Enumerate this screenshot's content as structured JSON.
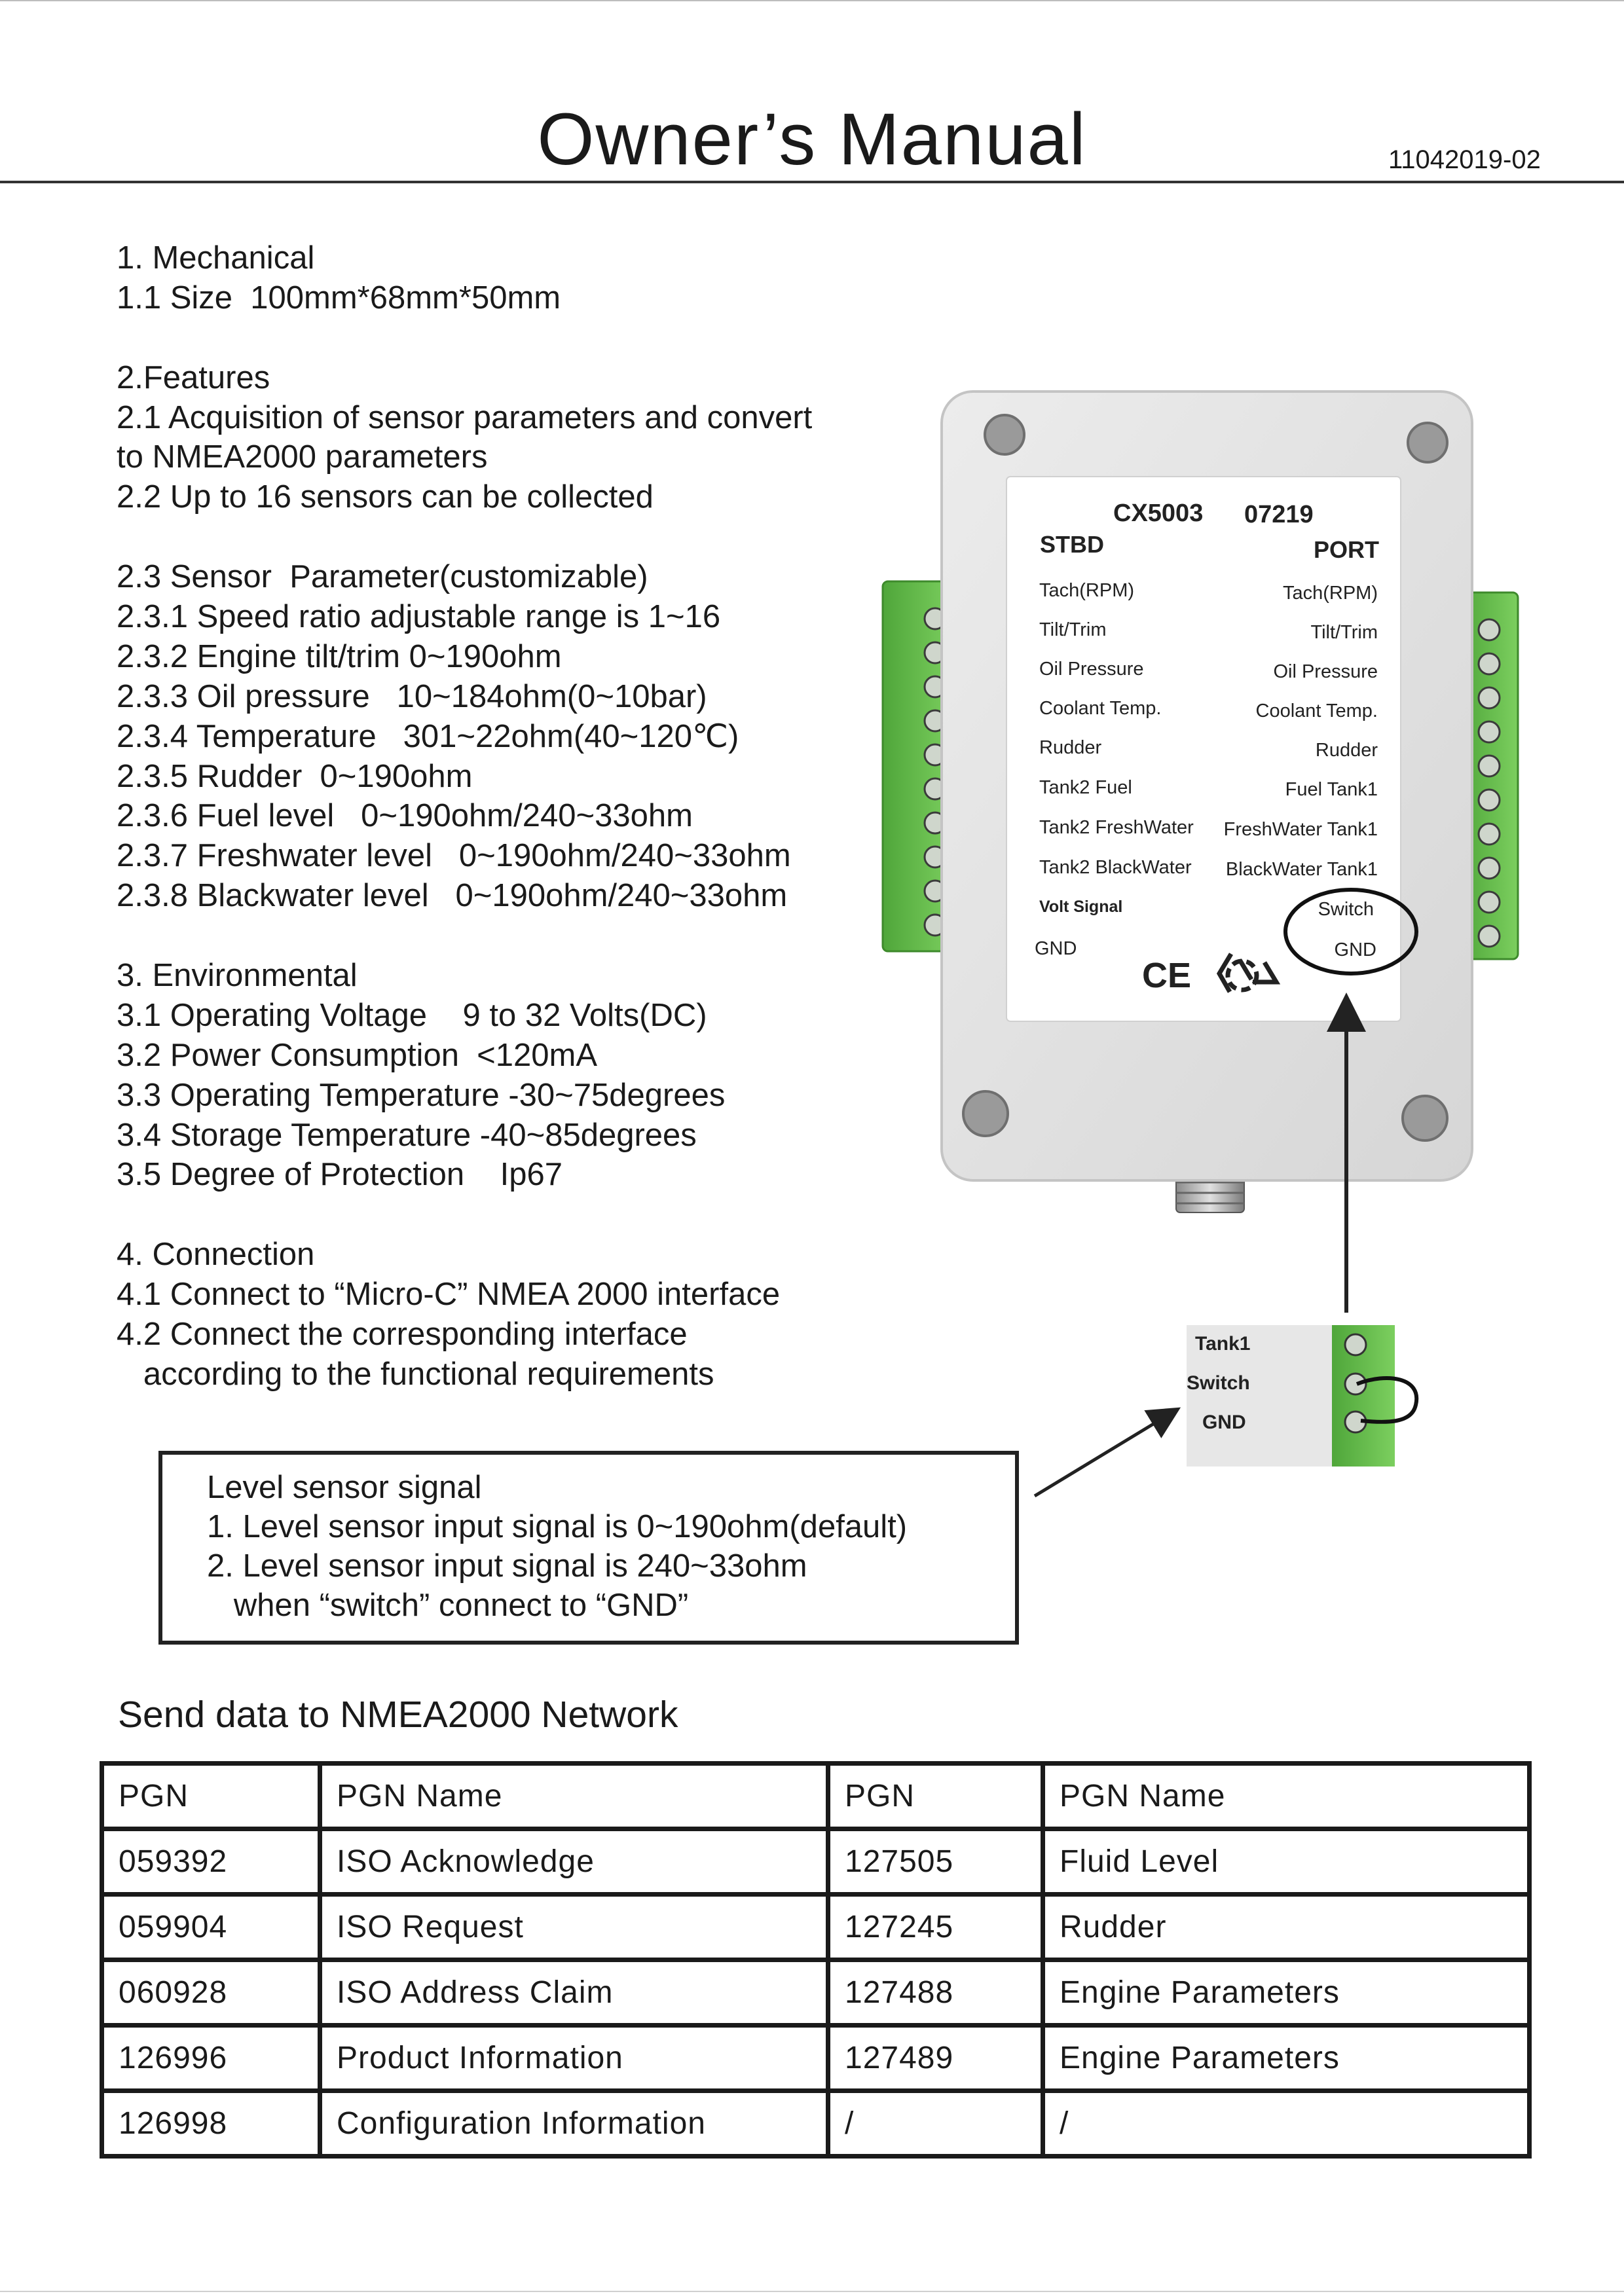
{
  "header": {
    "title": "Owner’s Manual",
    "doc_number": "11042019-02"
  },
  "spec_lines": [
    "1. Mechanical",
    "1.1 Size  100mm*68mm*50mm",
    "",
    "2.Features",
    "2.1 Acquisition of sensor parameters and convert",
    "to NMEA2000 parameters",
    "2.2 Up to 16 sensors can be collected",
    "",
    "2.3 Sensor  Parameter(customizable)",
    "2.3.1 Speed ratio adjustable range is 1~16",
    "2.3.2 Engine tilt/trim 0~190ohm",
    "2.3.3 Oil pressure   10~184ohm(0~10bar)",
    "2.3.4 Temperature   301~22ohm(40~120℃)",
    "2.3.5 Rudder  0~190ohm",
    "2.3.6 Fuel level   0~190ohm/240~33ohm",
    "2.3.7 Freshwater level   0~190ohm/240~33ohm",
    "2.3.8 Blackwater level   0~190ohm/240~33ohm",
    "",
    "3. Environmental",
    "3.1 Operating Voltage    9 to 32 Volts(DC)",
    "3.2 Power Consumption  <120mA",
    "3.3 Operating Temperature -30~75degrees",
    "3.4 Storage Temperature -40~85degrees",
    "3.5 Degree of Protection    Ip67",
    "",
    "4. Connection",
    "4.1 Connect to “Micro-C” NMEA 2000 interface",
    "4.2 Connect the corresponding interface",
    "   according to the functional requirements"
  ],
  "device": {
    "model": "CX5003",
    "code": "07219",
    "stbd_header": "STBD",
    "port_header": "PORT",
    "stbd_labels": [
      "Tach(RPM)",
      "Tilt/Trim",
      "Oil Pressure",
      "Coolant Temp.",
      "Rudder",
      "Tank2 Fuel",
      "Tank2 FreshWater",
      "Tank2 BlackWater",
      "Volt Signal",
      "GND"
    ],
    "port_labels": [
      "Tach(RPM)",
      "Tilt/Trim",
      "Oil Pressure",
      "Coolant Temp.",
      "Rudder",
      "Fuel Tank1",
      "FreshWater Tank1",
      "BlackWater Tank1",
      "Switch",
      "GND"
    ],
    "ce_mark": "CE"
  },
  "detail": {
    "labels": [
      "Tank1",
      "Switch",
      "GND"
    ]
  },
  "note": {
    "lines": [
      "Level sensor signal",
      "1. Level sensor input signal is 0~190ohm(default)",
      "2. Level sensor input signal is 240~33ohm",
      "   when “switch” connect to “GND”"
    ]
  },
  "send_title": "Send data to NMEA2000 Network",
  "pgn_table": {
    "headers": [
      "PGN",
      "PGN Name",
      "PGN",
      "PGN Name"
    ],
    "rows": [
      [
        "059392",
        "ISO Acknowledge",
        "127505",
        "Fluid Level"
      ],
      [
        "059904",
        "ISO Request",
        "127245",
        "Rudder"
      ],
      [
        "060928",
        "ISO Address Claim",
        "127488",
        "Engine Parameters"
      ],
      [
        "126996",
        "Product Information",
        "127489",
        "Engine Parameters"
      ],
      [
        "126998",
        "Configuration Information",
        "/",
        "/"
      ]
    ]
  }
}
